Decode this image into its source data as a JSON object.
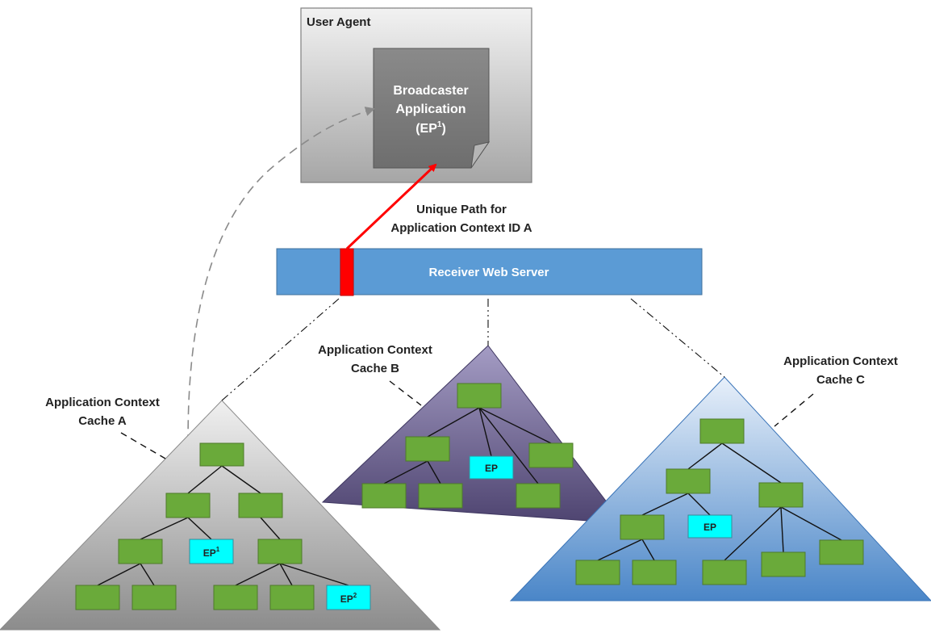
{
  "user_agent": {
    "title": "User Agent"
  },
  "broadcaster_app": {
    "line1": "Broadcaster",
    "line2": "Application",
    "line3_base": "(EP",
    "line3_sup": "1",
    "line3_end": ")"
  },
  "unique_path": {
    "line1": "Unique Path for",
    "line2": "Application Context ID A"
  },
  "web_server": {
    "label": "Receiver Web Server"
  },
  "cache_a": {
    "line1": "Application Context",
    "line2": "Cache A",
    "ep1": {
      "base": "EP",
      "sup": "1"
    },
    "ep2": {
      "base": "EP",
      "sup": "2"
    }
  },
  "cache_b": {
    "line1": "Application Context",
    "line2": "Cache B",
    "ep": "EP"
  },
  "cache_c": {
    "line1": "Application Context",
    "line2": "Cache C",
    "ep": "EP"
  },
  "colors": {
    "node_green": "#6aaa3a",
    "ep_cyan": "#00ffff",
    "server_blue": "#5b9bd5",
    "red_path": "#ff0000"
  }
}
